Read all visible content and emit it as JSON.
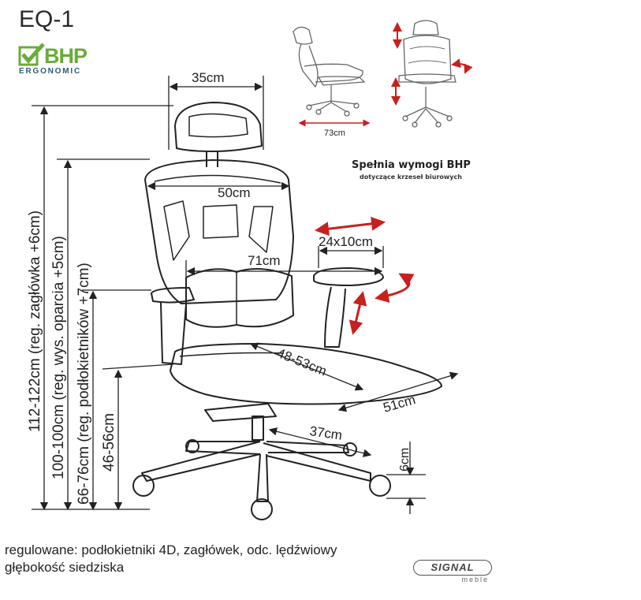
{
  "header": {
    "model": "EQ-1",
    "logo_text": "BHP",
    "logo_sub": "ERGONOMIC"
  },
  "dimensions": {
    "headrest_width": "35cm",
    "backrest_width": "50cm",
    "armrest_pad": "24x10cm",
    "arm_width": "71cm",
    "seat_depth": "48-53cm",
    "seat_width": "51cm",
    "base_radius": "37cm",
    "wheel_height": "6cm",
    "side_view_depth": "73cm",
    "total_height": "112-122cm (reg. zagłówka +6cm)",
    "backrest_height": "100-100cm (reg. wys. oparcia +5cm)",
    "armrest_height": "66-76cm (reg. podłokietników +7cm)",
    "seat_height": "46-56cm"
  },
  "bhp_claim": {
    "title": "Spełnia wymogi BHP",
    "subtitle": "dotyczące krzeseł biurowych"
  },
  "notes": {
    "line1": "regulowane: podłokietniki 4D, zagłówek, odc. lędźwiowy",
    "line2": "głębokość siedziska"
  },
  "brand": {
    "name": "SIGNAL",
    "sub": "meble"
  },
  "colors": {
    "logo_green": "#6aab3a",
    "logo_blue": "#2f5d7a",
    "arrow_red": "#c8201e",
    "line": "#222222"
  }
}
